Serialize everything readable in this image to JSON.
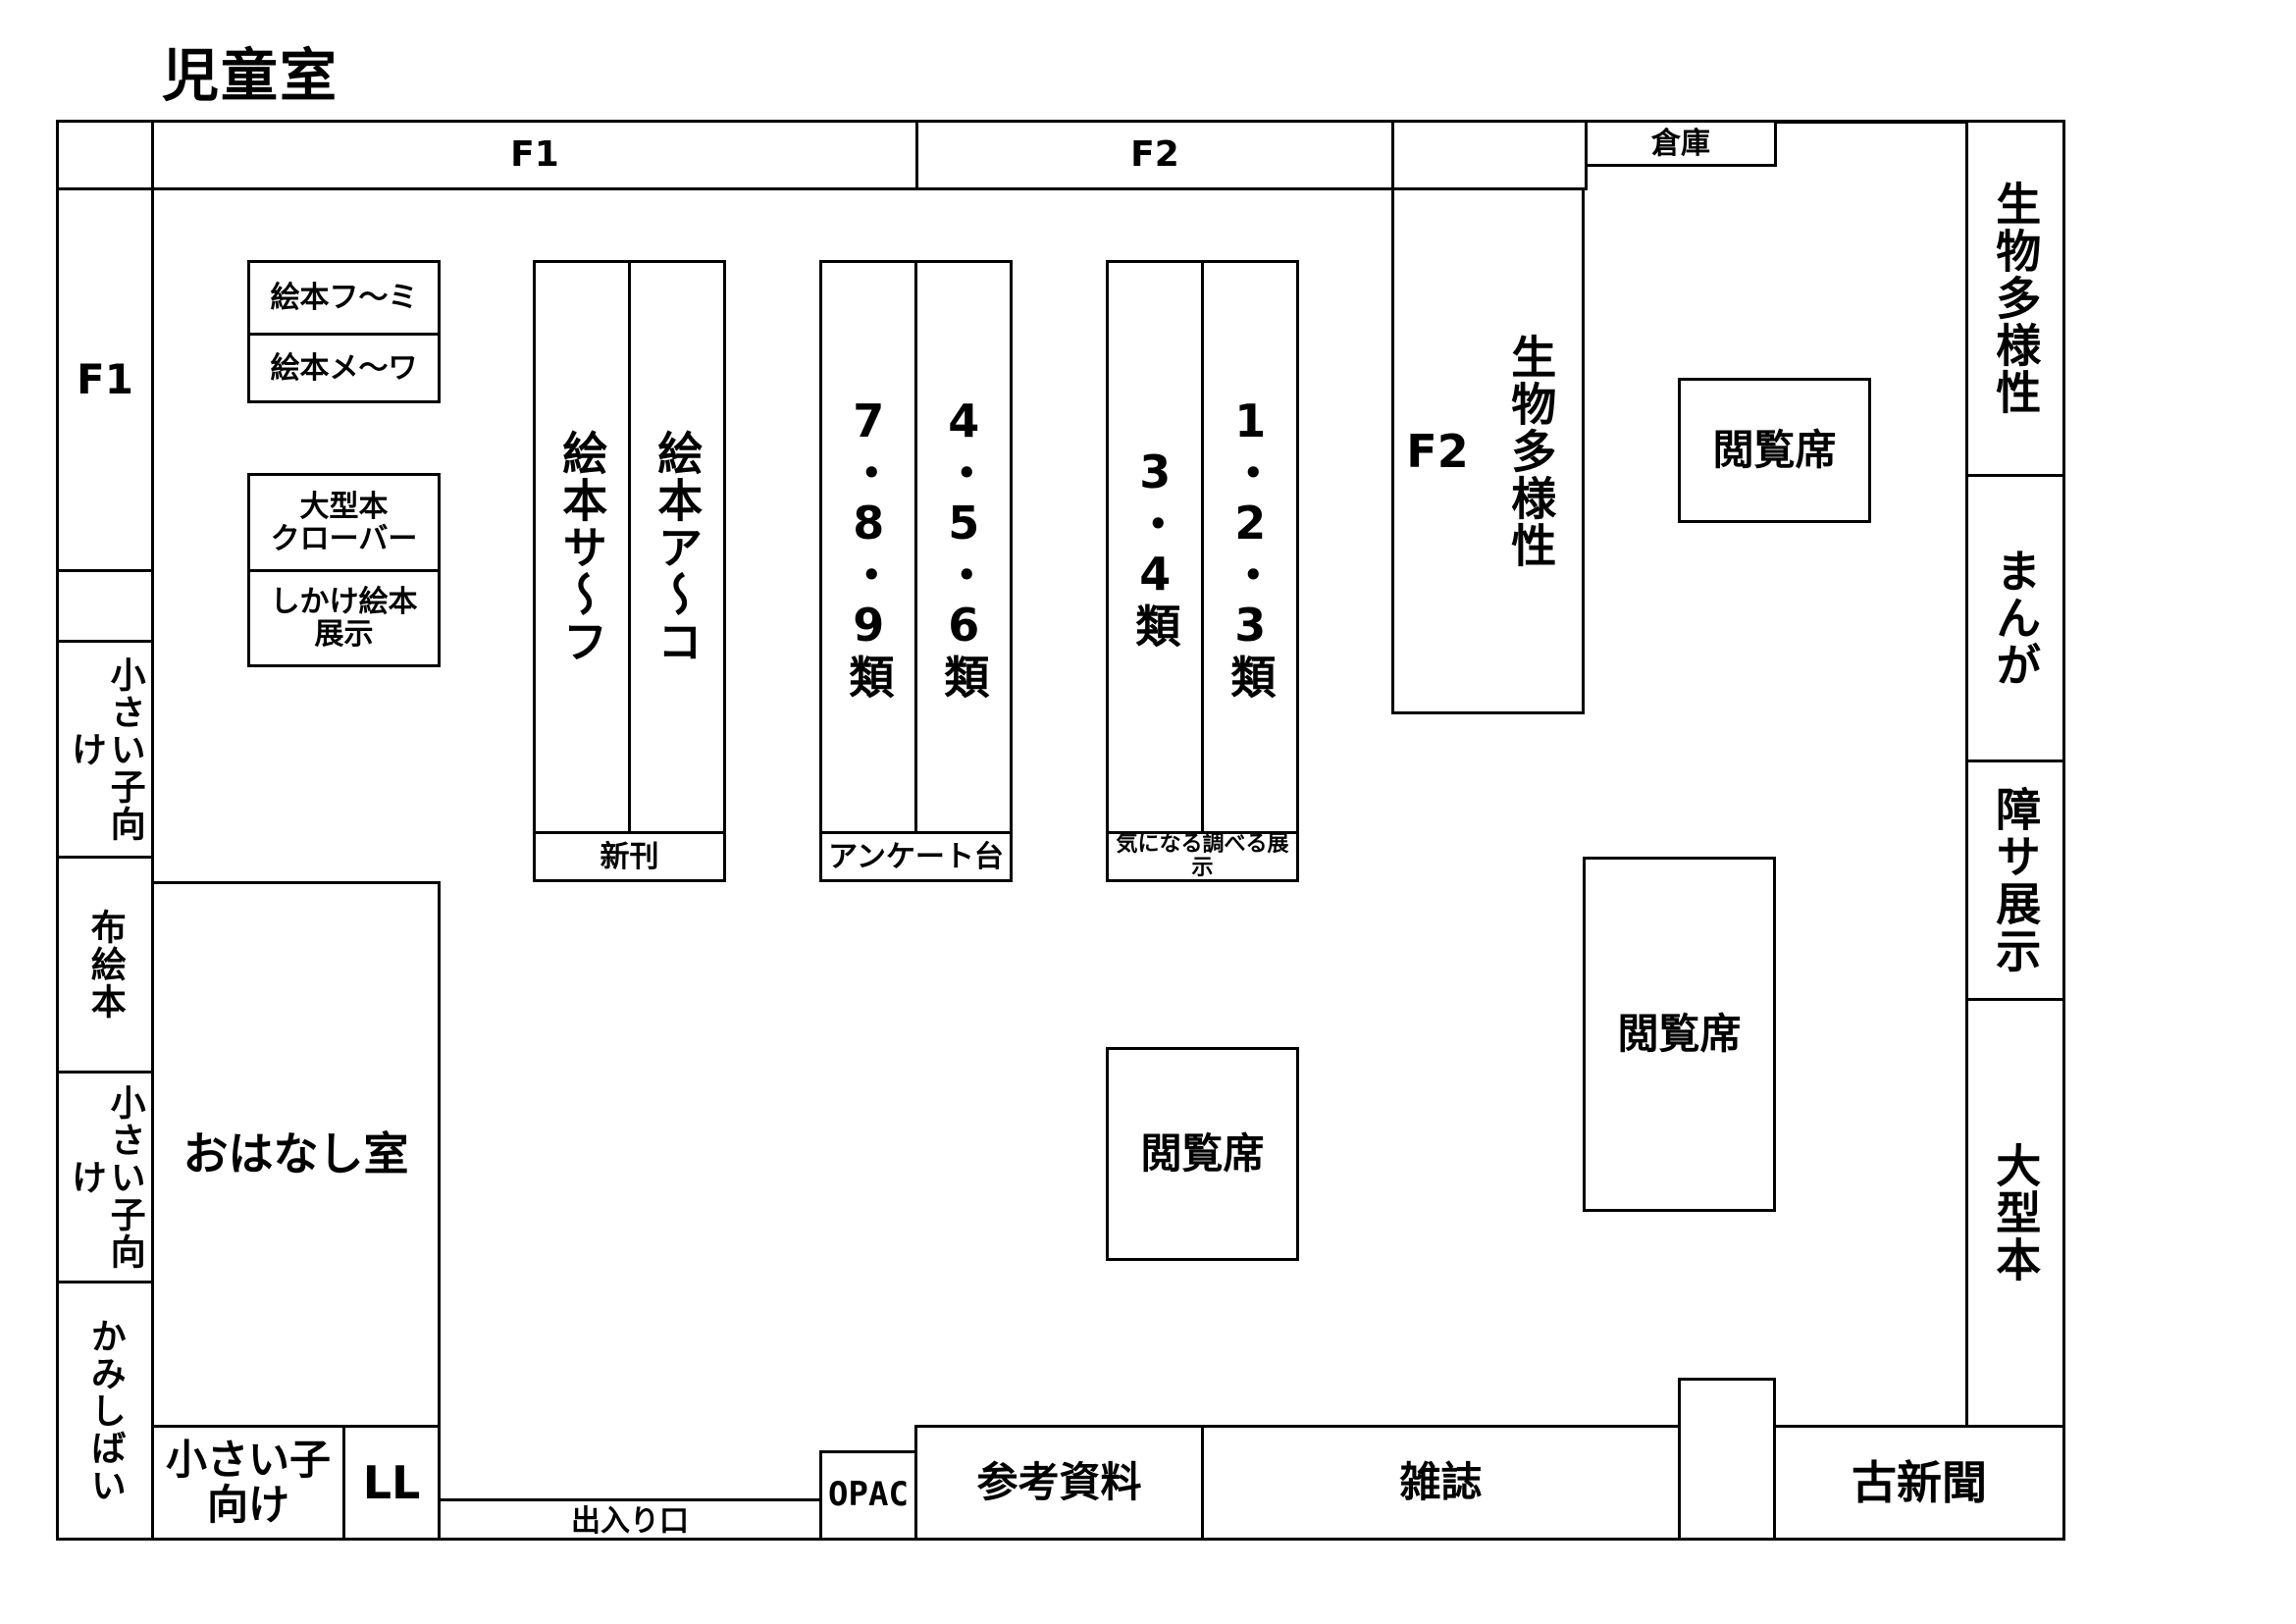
{
  "title": "児童室",
  "labels": {
    "f1_top": "F1",
    "f2_top": "F2",
    "souko": "倉庫",
    "f1_left": "F1",
    "ehon_fu_mi": "絵本フ〜ミ",
    "ehon_me_wa": "絵本メ〜ワ",
    "oogata_clover": "大型本\nクローバー",
    "shikake_tenji": "しかけ絵本\n展示",
    "ehon_sa_fu": "絵本サ〜フ",
    "ehon_a_ko": "絵本ア〜コ",
    "shinkan": "新刊",
    "rui_789": "7・8・9類",
    "rui_456": "4・5・6類",
    "enquete": "アンケート台",
    "rui_34": "3・4類",
    "rui_123": "1・2・3類",
    "kininaru": "気になる調べる展示",
    "f2_block": "F2",
    "seibutsu_block": "生物多様性",
    "seibutsu_wall": "生物多様性",
    "manga": "まんが",
    "shousa_tenji": "障サ展示",
    "oogata_wall": "大型本",
    "eturan_1": "閲覧席",
    "eturan_2": "閲覧席",
    "eturan_3": "閲覧席",
    "chiisai_1": "小さい子向け",
    "nuno_ehon": "布絵本",
    "chiisai_2": "小さい子向け",
    "kamishibai": "かみしばい",
    "ohanashi": "おはなし室",
    "chiisai_bottom": "小さい子\n向け",
    "ll": "LL",
    "entrance": "出入り口",
    "opac": "OPAC",
    "sankou": "参考資料",
    "zasshi": "雑誌",
    "furushinbun": "古新聞"
  }
}
